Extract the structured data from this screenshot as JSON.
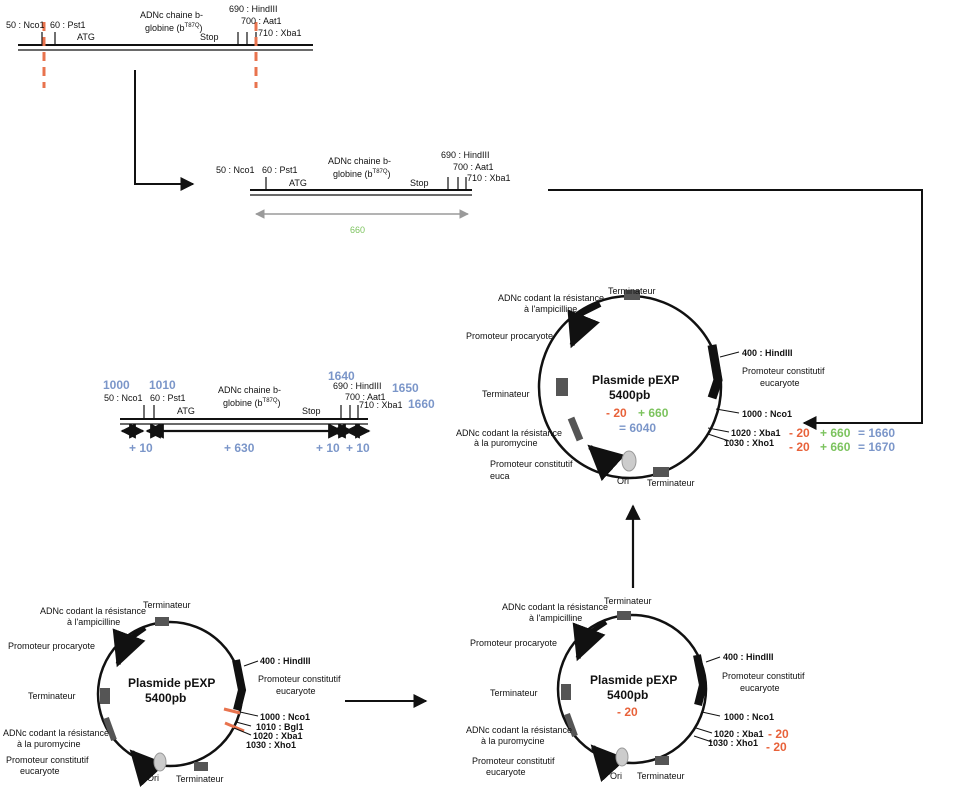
{
  "colors": {
    "line": "#111111",
    "cut_mark": "#e8734e",
    "blue_number": "#7b96c9",
    "orange_number": "#e8623a",
    "green_number": "#7cc35e",
    "grey_arrow": "#9a9a9a"
  },
  "insert_top": {
    "sites": [
      "50 : Nco1",
      "60 : Pst1",
      "690 : HindIII",
      "700 : Aat1",
      "710 : Xba1"
    ],
    "atg": "ATG",
    "stop": "Stop",
    "gene_line1": "ADNc chaine b-",
    "gene_line2": "globine (b",
    "gene_sup": "T87Q",
    "gene_close": ")"
  },
  "insert_cut": {
    "sites": [
      "50 : Nco1",
      "60 : Pst1",
      "690 : HindIII",
      "700 : Aat1",
      "710 : Xba1"
    ],
    "atg": "ATG",
    "stop": "Stop",
    "gene_line1": "ADNc chaine b-",
    "gene_line2": "globine (b",
    "gene_sup": "T87Q",
    "gene_close": ")",
    "length": "660"
  },
  "insert_mapped": {
    "sites": [
      "50 : Nco1",
      "60 : Pst1",
      "690 : HindIII",
      "700 : Aat1",
      "710 : Xba1"
    ],
    "atg": "ATG",
    "stop": "Stop",
    "gene_line1": "ADNc chaine b-",
    "gene_line2": "globine (b",
    "gene_sup": "T87Q",
    "gene_close": ")",
    "positions": [
      "1000",
      "1010",
      "1640",
      "1650",
      "1660"
    ],
    "segments": [
      "+ 10",
      "+ 630",
      "+ 10",
      "+ 10"
    ]
  },
  "plasmid_labels": {
    "terminator": "Terminateur",
    "amp_line1": "ADNc codant la résistance",
    "amp_line2": "à l'ampicilline",
    "prom_proc": "Promoteur procaryote",
    "hindiii": "400 : HindIII",
    "prom_euk_line1": "Promoteur constitutif",
    "prom_euk_line2": "eucaryote",
    "nco1": "1000 : Nco1",
    "bgl1": "1010 : Bgl1",
    "xba1": "1020 : Xba1",
    "xho1": "1030 : Xho1",
    "puro_line1": "ADNc codant la résistance",
    "puro_line2": "à la puromycine",
    "prom_const_line1": "Promoteur constitutif",
    "prom_const_line2": "eucaryote",
    "prom_const_line2_cut": "euca",
    "ori": "Ori",
    "name": "Plasmide pEXP",
    "size": "5400pb"
  },
  "calc_cut": {
    "minus20": "- 20",
    "xba_minus": "- 20",
    "xho_minus": "- 20"
  },
  "calc_final": {
    "minus20": "- 20",
    "plus660": "+ 660",
    "total": "= 6040",
    "xba_minus": "- 20",
    "xba_plus": "+ 660",
    "xba_total": "= 1660",
    "xho_minus": "- 20",
    "xho_plus": "+ 660",
    "xho_total": "= 1670"
  }
}
